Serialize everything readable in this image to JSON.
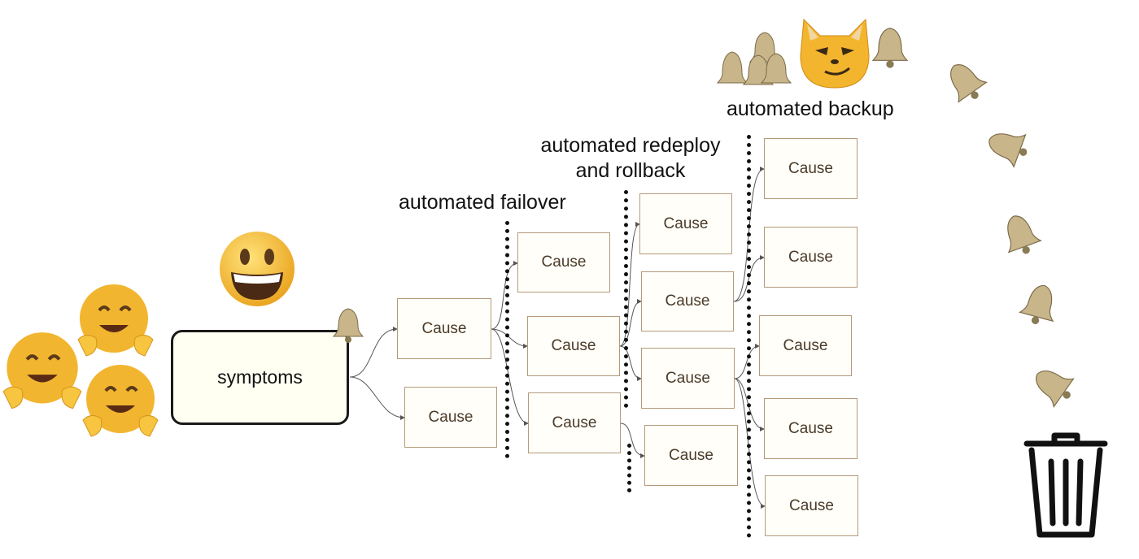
{
  "symptoms_label": "symptoms",
  "cause_label": "Cause",
  "stages": {
    "failover": "automated failover",
    "redeploy_line1": "automated redeploy",
    "redeploy_line2": "and rollback",
    "backup": "automated backup"
  },
  "icons": [
    "smiling-face-emoji",
    "hugging-face-emoji",
    "bell-icon",
    "cat-face-emoji",
    "trash-can-icon"
  ],
  "colors": {
    "box_border": "#b49a7a",
    "box_text": "#4a3a28",
    "emoji_yellow": "#f7c23a",
    "bell": "#c9b58a"
  }
}
